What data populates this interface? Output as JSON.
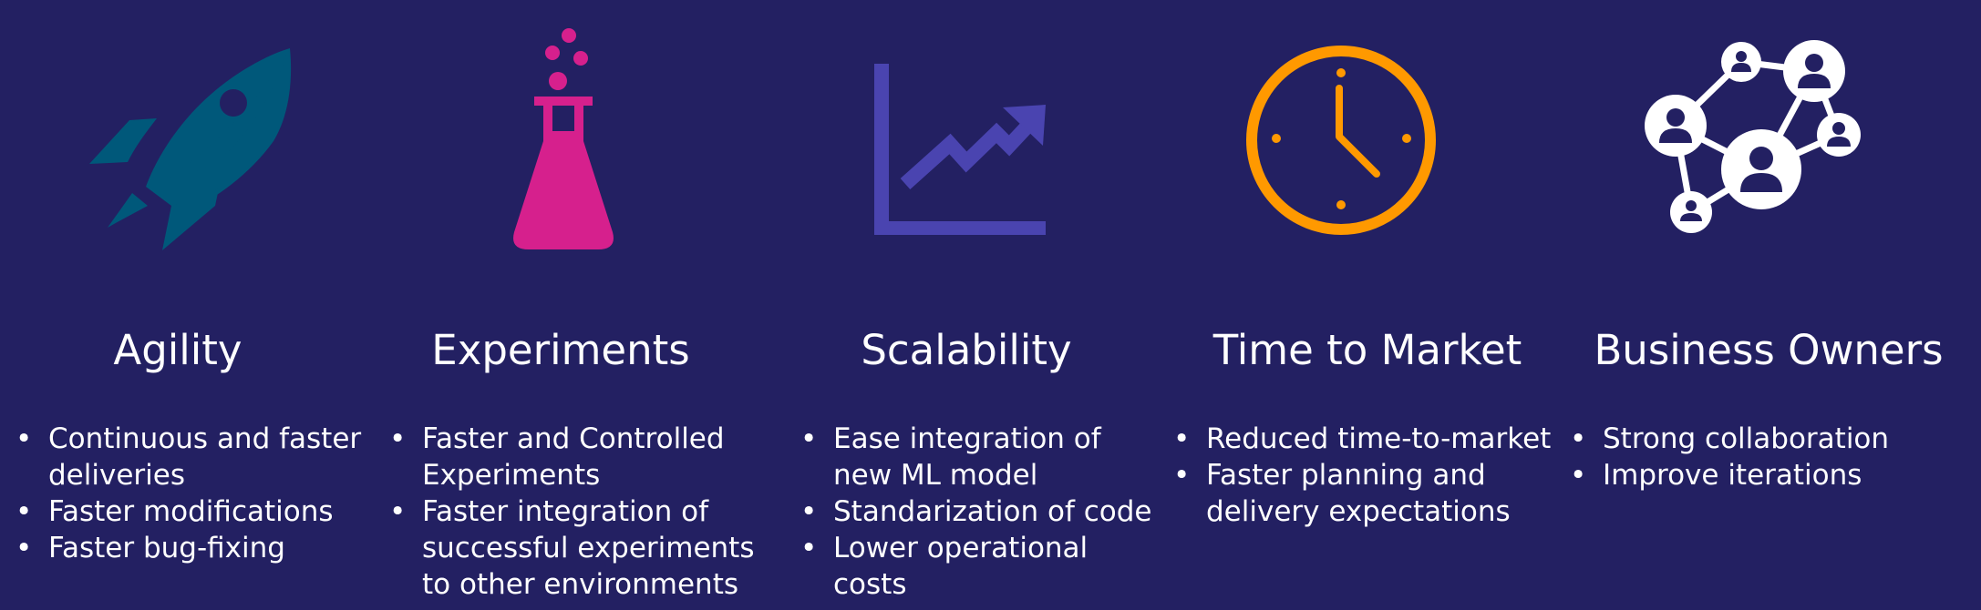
{
  "colors": {
    "background": "#232062",
    "agility_icon": "#00587a",
    "experiments_icon": "#d6208d",
    "scalability_icon": "#4a44b0",
    "time_icon": "#ff9900",
    "owners_icon": "#ffffff"
  },
  "columns": [
    {
      "icon": "rocket-icon",
      "title": "Agility",
      "bullets": [
        "Continuous and faster\ndeliveries",
        "Faster modifications",
        "Faster bug-fixing"
      ]
    },
    {
      "icon": "flask-icon",
      "title": "Experiments",
      "bullets": [
        "Faster and Controlled\nExperiments",
        "Faster integration of\nsuccessful experiments\nto other environments"
      ]
    },
    {
      "icon": "growth-chart-icon",
      "title": "Scalability",
      "bullets": [
        "Ease integration of\nnew ML model",
        "Standarization of code",
        "Lower operational\ncosts"
      ]
    },
    {
      "icon": "clock-icon",
      "title": "Time to Market",
      "bullets": [
        "Reduced time-to-market",
        "Faster planning and\ndelivery expectations"
      ]
    },
    {
      "icon": "network-icon",
      "title": "Business Owners",
      "bullets": [
        "Strong collaboration",
        "Improve iterations"
      ]
    }
  ]
}
